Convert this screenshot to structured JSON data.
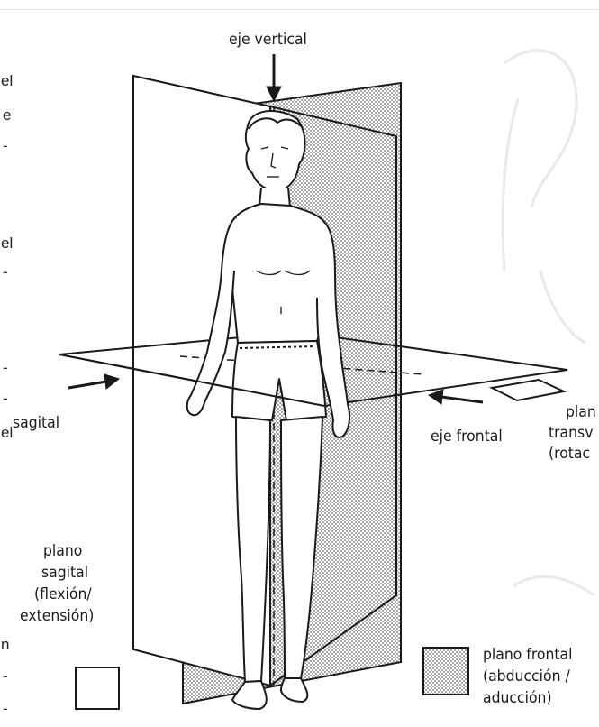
{
  "labels": {
    "eje_vertical": "eje vertical",
    "sagital": "sagital",
    "eje_frontal": "eje frontal",
    "plano_transverso": [
      "plan",
      "transv",
      "(rotac"
    ],
    "plano_sagital": [
      "plano",
      "sagital",
      "(flexión/",
      "extensión)"
    ],
    "plano_frontal": [
      "plano frontal",
      "(abducción /",
      "aducción)"
    ]
  },
  "left_edge_fragments": [
    "el",
    "e",
    "-",
    "el",
    "-",
    "-",
    "-",
    "el",
    "n",
    "-",
    "-"
  ],
  "colors": {
    "ink": "#1a1a1a",
    "stipple_fill": "#b8b8b8",
    "background": "#ffffff"
  }
}
